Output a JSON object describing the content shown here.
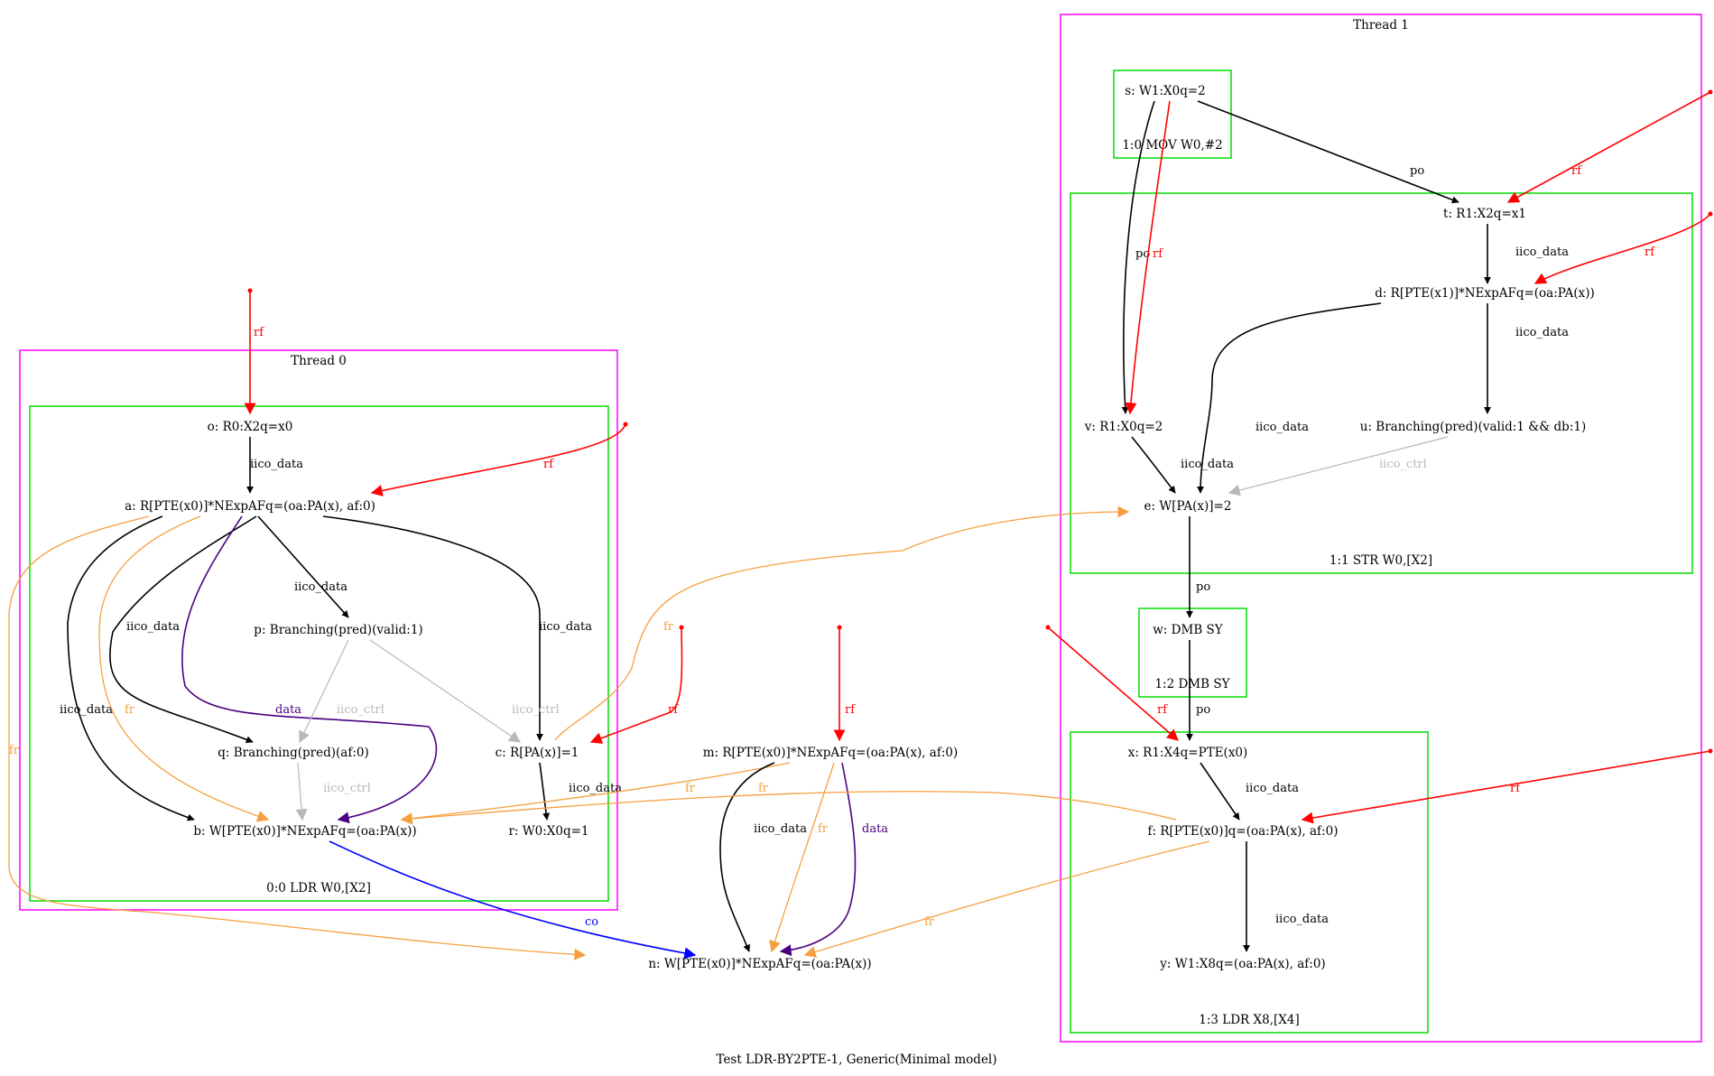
{
  "caption": "Test LDR-BY2PTE-1, Generic(Minimal model)",
  "colors": {
    "thread_border": "#ff00ff",
    "instr_border": "#00dd00",
    "po": "#000000",
    "iico_data": "#000000",
    "iico_ctrl": "#b8b8b8",
    "rf": "#ff0000",
    "fr": "#f5a040",
    "data": "#4b0082",
    "co": "#0000ff"
  },
  "threads": {
    "t0": "Thread 0",
    "t1": "Thread 1"
  },
  "instructions": {
    "i00": "0:0 LDR W0,[X2]",
    "i10": "1:0 MOV W0,#2",
    "i11": "1:1 STR W0,[X2]",
    "i12": "1:2 DMB SY",
    "i13": "1:3 LDR X8,[X4]"
  },
  "nodes": {
    "o": "o: R0:X2q=x0",
    "a": "a: R[PTE(x0)]*NExpAFq=(oa:PA(x), af:0)",
    "p": "p: Branching(pred)(valid:1)",
    "q": "q: Branching(pred)(af:0)",
    "c": "c: R[PA(x)]=1",
    "b": "b: W[PTE(x0)]*NExpAFq=(oa:PA(x))",
    "r": "r: W0:X0q=1",
    "m": "m: R[PTE(x0)]*NExpAFq=(oa:PA(x), af:0)",
    "n": "n: W[PTE(x0)]*NExpAFq=(oa:PA(x))",
    "s": "s: W1:X0q=2",
    "t": "t: R1:X2q=x1",
    "d": "d: R[PTE(x1)]*NExpAFq=(oa:PA(x))",
    "v": "v: R1:X0q=2",
    "u": "u: Branching(pred)(valid:1 && db:1)",
    "e": "e: W[PA(x)]=2",
    "w": "w: DMB SY",
    "x": "x: R1:X4q=PTE(x0)",
    "f": "f: R[PTE(x0)]q=(oa:PA(x), af:0)",
    "y": "y: W1:X8q=(oa:PA(x), af:0)"
  },
  "edges": [
    {
      "id": "init-o",
      "label": "rf",
      "kind": "rf"
    },
    {
      "id": "o-a",
      "label": "iico_data",
      "kind": "iico_data"
    },
    {
      "id": "init-a",
      "label": "rf",
      "kind": "rf"
    },
    {
      "id": "a-p",
      "label": "iico_data",
      "kind": "iico_data"
    },
    {
      "id": "a-c",
      "label": "iico_data",
      "kind": "iico_data"
    },
    {
      "id": "a-q",
      "label": "iico_data",
      "kind": "iico_data"
    },
    {
      "id": "a-b",
      "label": "iico_data",
      "kind": "iico_data"
    },
    {
      "id": "a-b-fr",
      "label": "fr",
      "kind": "fr"
    },
    {
      "id": "a-b-data",
      "label": "data",
      "kind": "data"
    },
    {
      "id": "a-n-fr",
      "label": "fr",
      "kind": "fr"
    },
    {
      "id": "p-q",
      "label": "iico_ctrl",
      "kind": "iico_ctrl"
    },
    {
      "id": "p-c",
      "label": "iico_ctrl",
      "kind": "iico_ctrl"
    },
    {
      "id": "q-b",
      "label": "iico_ctrl",
      "kind": "iico_ctrl"
    },
    {
      "id": "init-c",
      "label": "rf",
      "kind": "rf"
    },
    {
      "id": "c-r",
      "label": "iico_data",
      "kind": "iico_data"
    },
    {
      "id": "c-e-fr",
      "label": "fr",
      "kind": "fr"
    },
    {
      "id": "b-n-co",
      "label": "co",
      "kind": "co"
    },
    {
      "id": "init-m",
      "label": "rf",
      "kind": "rf"
    },
    {
      "id": "m-b-fr",
      "label": "fr",
      "kind": "fr"
    },
    {
      "id": "m-n",
      "label": "iico_data",
      "kind": "iico_data"
    },
    {
      "id": "m-n-fr",
      "label": "fr",
      "kind": "fr"
    },
    {
      "id": "m-n-data",
      "label": "data",
      "kind": "data"
    },
    {
      "id": "s-t",
      "label": "po",
      "kind": "po"
    },
    {
      "id": "s-v",
      "label": "po",
      "kind": "po"
    },
    {
      "id": "s-v-rf",
      "label": "rf",
      "kind": "rf"
    },
    {
      "id": "init-t",
      "label": "rf",
      "kind": "rf"
    },
    {
      "id": "t-d",
      "label": "iico_data",
      "kind": "iico_data"
    },
    {
      "id": "init-d",
      "label": "rf",
      "kind": "rf"
    },
    {
      "id": "d-u",
      "label": "iico_data",
      "kind": "iico_data"
    },
    {
      "id": "d-e",
      "label": "iico_data",
      "kind": "iico_data"
    },
    {
      "id": "v-e",
      "label": "iico_data",
      "kind": "iico_data"
    },
    {
      "id": "u-e",
      "label": "iico_ctrl",
      "kind": "iico_ctrl"
    },
    {
      "id": "e-w",
      "label": "po",
      "kind": "po"
    },
    {
      "id": "w-x",
      "label": "po",
      "kind": "po"
    },
    {
      "id": "init-x",
      "label": "rf",
      "kind": "rf"
    },
    {
      "id": "x-f",
      "label": "iico_data",
      "kind": "iico_data"
    },
    {
      "id": "init-f",
      "label": "rf",
      "kind": "rf"
    },
    {
      "id": "f-y",
      "label": "iico_data",
      "kind": "iico_data"
    },
    {
      "id": "f-b-fr",
      "label": "fr",
      "kind": "fr"
    },
    {
      "id": "f-n-fr",
      "label": "fr",
      "kind": "fr"
    }
  ]
}
